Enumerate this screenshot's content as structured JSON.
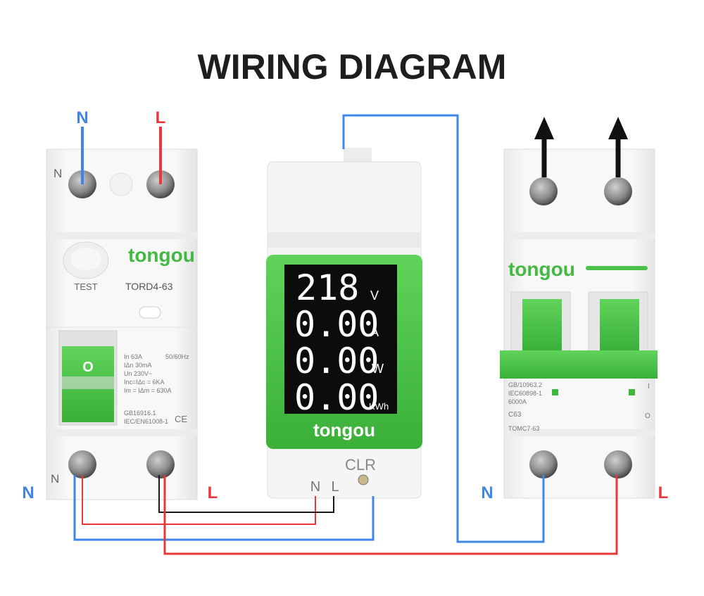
{
  "title": "WIRING DIAGRAM",
  "colors": {
    "neutral_wire": "#3f86e8",
    "line_wire": "#e8393a",
    "signal_wire": "#1a1a1a",
    "brand_green": "#4cc24a",
    "device_body": "#f4f4f4",
    "lcd_bg": "#111111"
  },
  "rcd": {
    "top_labels": {
      "n": "N",
      "l": "L"
    },
    "side_top": "N",
    "side_bottom": "N",
    "brand": "tongou",
    "test_label": "TEST",
    "model": "TORD4-63",
    "handle_label": "O",
    "specs": [
      "In 63A 50/60Hz",
      "IΔn 30mA",
      "Un 230V~",
      "Inc=IΔc = 6KA",
      "Im = IΔm = 630A"
    ],
    "spec_in": "In  63A",
    "spec_freq": "50/60Hz",
    "spec_idn": "IΔn  30mA",
    "spec_un": "Un  230V~",
    "spec_inc": "Inc=IΔc = 6KA",
    "spec_im": "Im = IΔm = 630A",
    "standard1": "GB16916.1",
    "standard2": "IEC/EN61008-1",
    "ce": "CE",
    "bottom_labels": {
      "n": "N",
      "l": "L"
    }
  },
  "meter": {
    "brand": "tongou",
    "readings": [
      {
        "value": "218",
        "unit": "V"
      },
      {
        "value": "0.00",
        "unit": "A"
      },
      {
        "value": "0.00",
        "unit": "W"
      },
      {
        "value": "0.00",
        "unit": "KWh"
      }
    ],
    "clr_label": "CLR",
    "terminal_n": "N",
    "terminal_l": "L"
  },
  "mcb": {
    "brand": "tongou",
    "standard1": "GB/10963.2",
    "standard2": "IEC60898-1",
    "breaking": "6000A",
    "rating": "C63",
    "model": "TOMC7-63",
    "switch_on": "I",
    "switch_off": "O",
    "bottom_labels": {
      "n": "N",
      "l": "L"
    }
  }
}
